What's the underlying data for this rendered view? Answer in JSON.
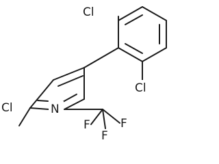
{
  "molecule": {
    "atoms": {
      "cl_top": "Cl",
      "cl_bottom": "Cl",
      "cl_left": "Cl",
      "n_ring": "N",
      "f_1": "F",
      "f_2": "F",
      "f_3": "F"
    }
  }
}
